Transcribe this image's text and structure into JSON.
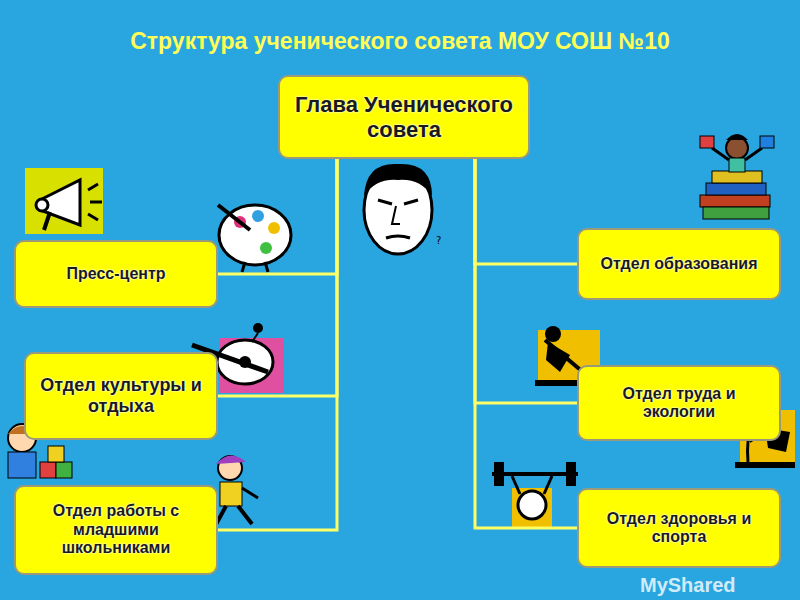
{
  "diagram": {
    "title": "Структура ученического совета МОУ СОШ №10",
    "nodes": [
      {
        "text": [
          "Глава Ученического совета"
        ]
      },
      {
        "text": [
          "Пресс-центр"
        ]
      },
      {
        "text": [
          "Отдел образования"
        ]
      },
      {
        "text": [
          "Отдел культуры и отдыха"
        ]
      },
      {
        "text": [
          "Отдел труда и экологии"
        ]
      },
      {
        "text": [
          "Отдел работы с младшими школьниками"
        ]
      },
      {
        "text": [
          "Отдел здоровья и спорта"
        ]
      }
    ],
    "edges": [
      {
        "from": 0,
        "to": 1,
        "arrow": "none"
      },
      {
        "from": 0,
        "to": 2,
        "arrow": "none"
      },
      {
        "from": 0,
        "to": 3,
        "arrow": "none"
      },
      {
        "from": 0,
        "to": 4,
        "arrow": "none"
      },
      {
        "from": 0,
        "to": 5,
        "arrow": "none"
      },
      {
        "from": 0,
        "to": 6,
        "arrow": "none"
      }
    ],
    "labels": [
      "MyShared"
    ]
  }
}
